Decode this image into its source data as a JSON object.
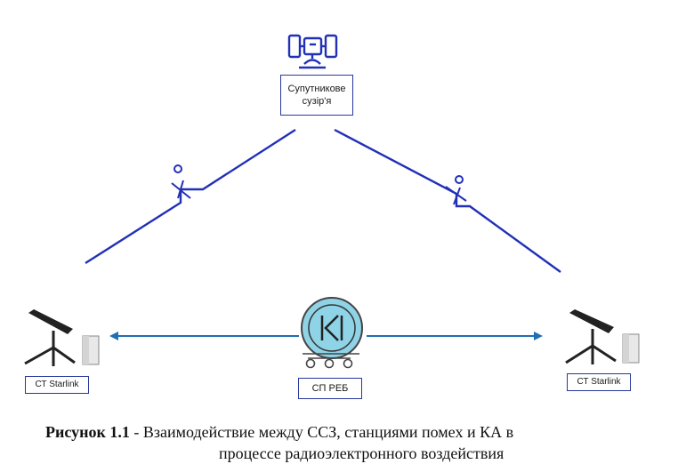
{
  "diagram": {
    "satellite_label": [
      "Супутникове",
      "сузір'я"
    ],
    "client_left_label": "СТ Starlink",
    "client_right_label": "СТ Starlink",
    "jammer_label": "СП РЕБ",
    "jammer_symbol": "K"
  },
  "caption": {
    "prefix": "Рисунок 1.1",
    "line1": " - Взаимодействие между ССЗ, станциями помех и КА в",
    "line2": "процессе радиоэлектронного воздействия"
  },
  "colors": {
    "link": "#2230b8",
    "arrow": "#1f6fb3",
    "jammer_fill": "#8fd3e6",
    "box_border": "#27389a"
  },
  "icons": [
    "satellite-icon",
    "antenna-dish-icon",
    "router-icon",
    "jammer-icon",
    "wheels-icon",
    "interference-icon"
  ]
}
